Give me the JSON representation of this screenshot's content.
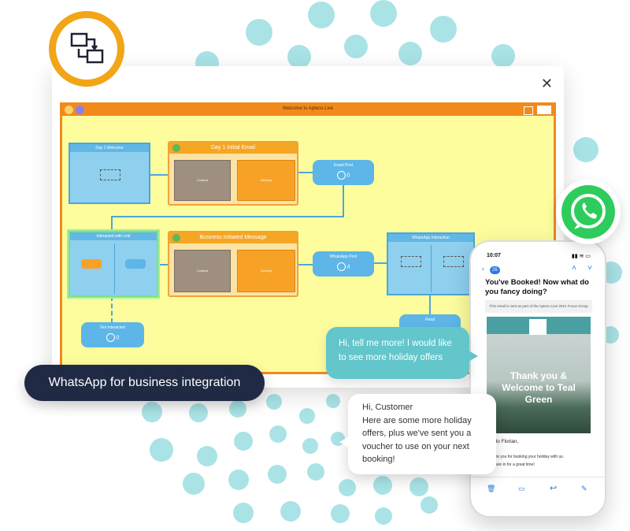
{
  "window": {
    "close_label": "✕",
    "app_title": "Welcome to Apteco Live",
    "nodes": {
      "day1_welcome": "Day 1 Welcome",
      "day1_initial_email": "Day 1 Initial Email",
      "email_pool": "Email Pool",
      "email_pool_count": "0",
      "interacted_with_link": "Interacted with Link",
      "business_initiated_message": "Business Initiated Message",
      "whatsapp_pool": "WhatsApp Pool",
      "whatsapp_pool_count": "4",
      "whatsapp_interaction": "WhatsApp Interaction",
      "not_interacted": "Not Interacted",
      "not_interacted_count": "0",
      "read": "Read",
      "content": "Content",
      "delivery": "Delivery"
    }
  },
  "label_pill": "WhatsApp for business integration",
  "bubble_customer": "Hi, tell me more! I would like to see more holiday offers",
  "bubble_business": {
    "line1": "Hi, Customer",
    "body": "Here are some more holiday offers, plus we've sent you a voucher to use on your next booking!"
  },
  "phone": {
    "time": "10:07",
    "back_count": "25",
    "subject": "You've Booked! Now what do you fancy doing?",
    "notice": "This email is sent as part of the Apteco Live 2021 Focus Group",
    "hero_text": "Thank you & Welcome to Teal Green",
    "greeting": "Hello Florian,",
    "body1": "Thank you for booking your holiday with us.",
    "body2": "You are in for a great time!"
  },
  "colors": {
    "accent_orange": "#f28a1b",
    "teal": "#62c6cb",
    "navy": "#202a44",
    "whatsapp_green": "#2ecc5d"
  }
}
